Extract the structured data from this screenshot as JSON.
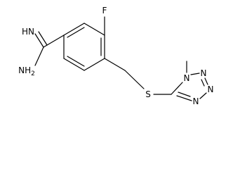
{
  "molecule": {
    "atoms": {
      "imine": "HN",
      "fluorine": "F",
      "amine": {
        "main": "NH",
        "subscript": "2"
      },
      "sulfur": "S",
      "n1": "N",
      "n2": "N",
      "n3": "N",
      "n4": "N"
    },
    "substituents": {
      "methyl_stub": "methyl"
    },
    "colors": {
      "bond": "#000000",
      "background": "#ffffff"
    }
  }
}
